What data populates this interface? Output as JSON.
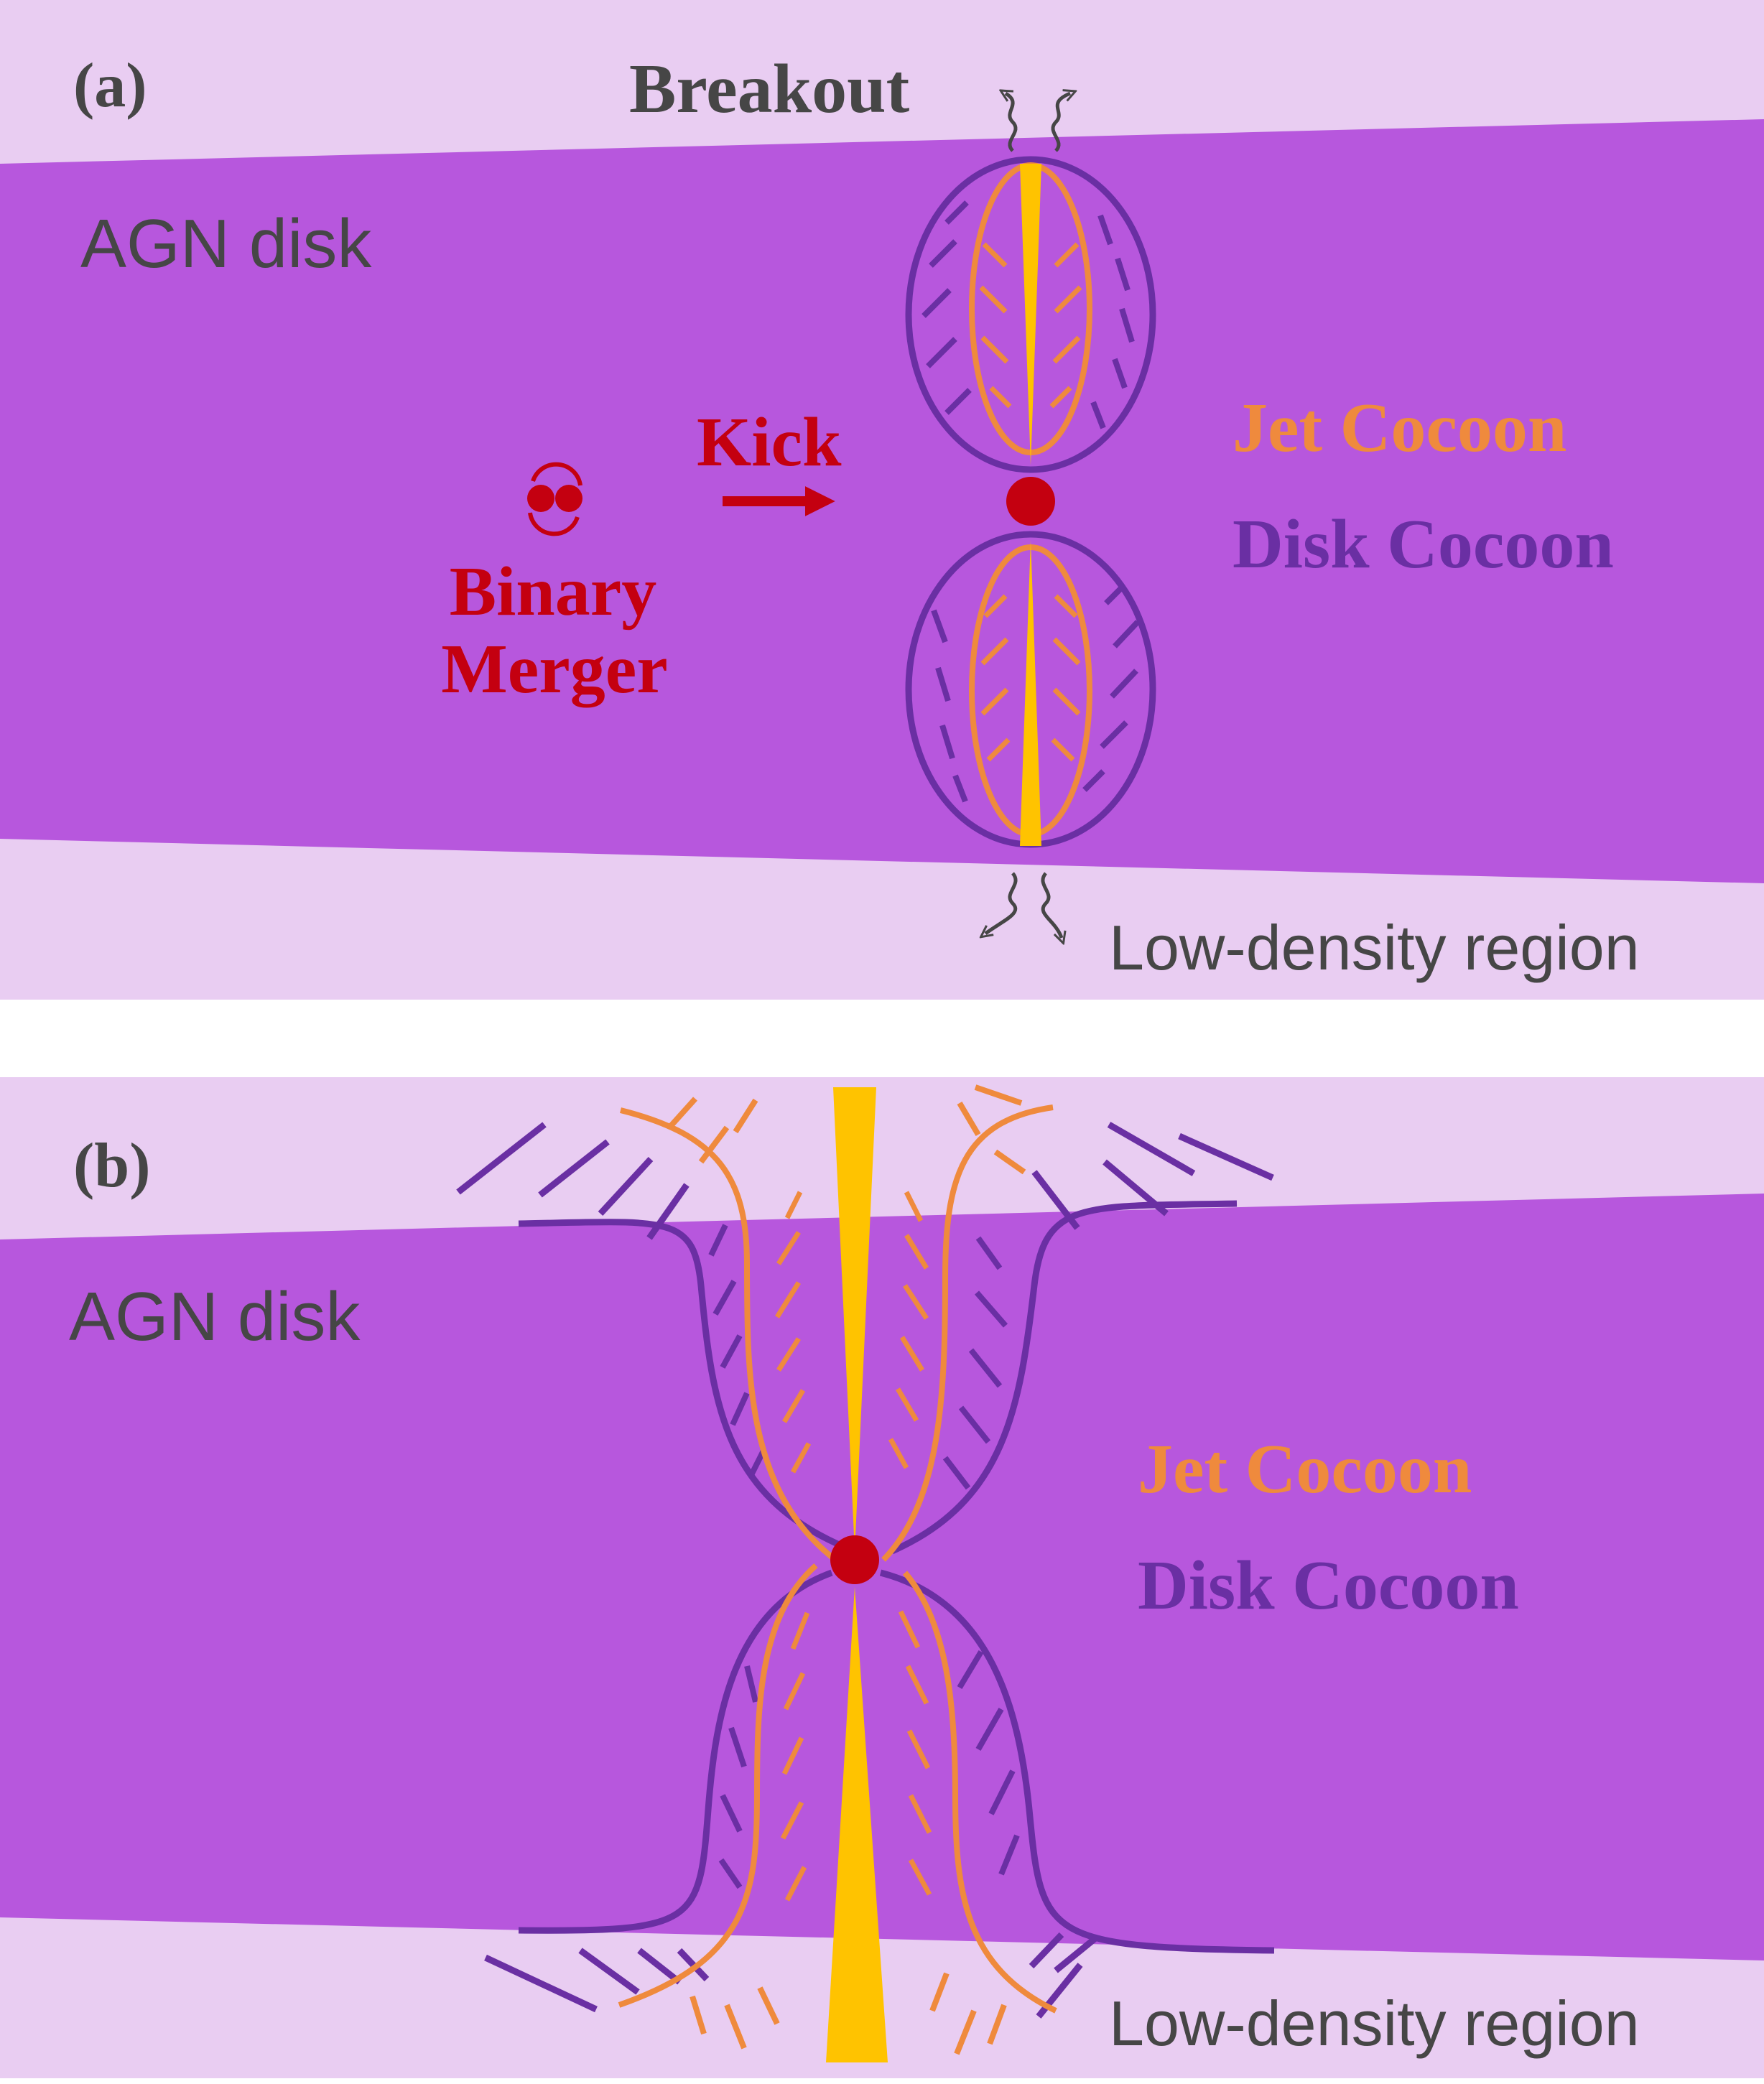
{
  "colors": {
    "low_density": "#e9cdf2",
    "disk": "#b757dd",
    "disk_cocoon": "#6a2fa3",
    "jet_cocoon": "#ef8a3d",
    "jet": "#ffc300",
    "merger": "#c40010",
    "text_dark": "#464646"
  },
  "panel_a": {
    "label": "(a)",
    "breakout": "Breakout",
    "agn_disk": "AGN disk",
    "kick": "Kick",
    "binary_merger_line1": "Binary",
    "binary_merger_line2": "Merger",
    "jet_cocoon": "Jet Cocoon",
    "disk_cocoon": "Disk Cocoon",
    "low_density": "Low-density region"
  },
  "panel_b": {
    "label": "(b)",
    "agn_disk": "AGN disk",
    "jet_cocoon": "Jet Cocoon",
    "disk_cocoon": "Disk Cocoon",
    "low_density": "Low-density region"
  }
}
